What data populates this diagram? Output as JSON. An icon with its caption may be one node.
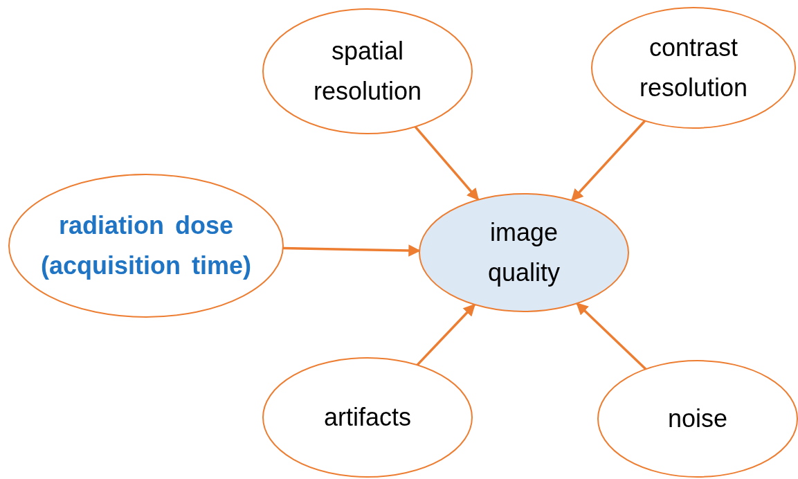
{
  "diagram": {
    "nodes": [
      {
        "text": [
          "spatial resolution"
        ]
      },
      {
        "text": [
          "contrast resolution"
        ]
      },
      {
        "text": [
          "radiation dose (acquisition time)"
        ]
      },
      {
        "text": [
          "image quality"
        ]
      },
      {
        "text": [
          "artifacts"
        ]
      },
      {
        "text": [
          "noise"
        ]
      }
    ],
    "edges": [
      {
        "from": 0,
        "to": 3,
        "arrow": "to"
      },
      {
        "from": 1,
        "to": 3,
        "arrow": "to"
      },
      {
        "from": 2,
        "to": 3,
        "arrow": "to"
      },
      {
        "from": 4,
        "to": 3,
        "arrow": "to"
      },
      {
        "from": 5,
        "to": 3,
        "arrow": "to"
      }
    ]
  }
}
